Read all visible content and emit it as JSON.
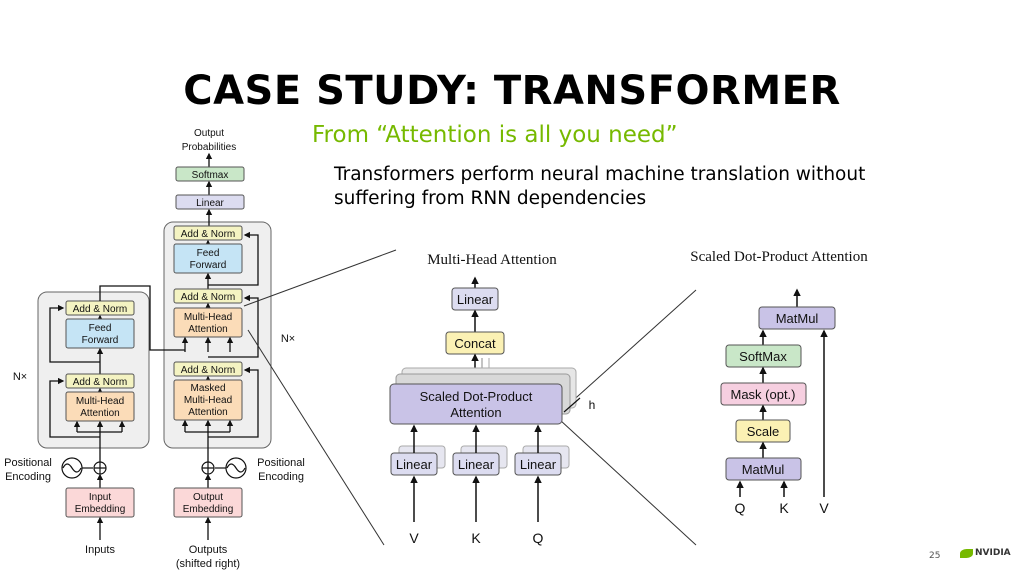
{
  "slide": {
    "title": "CASE STUDY: TRANSFORMER",
    "subtitle": "From “Attention is all you need”",
    "description_lines": [
      "Transformers perform neural machine translation without",
      "suffering from RNN dependencies"
    ],
    "page_number": "25",
    "logo_text": "NVIDIA"
  },
  "transformer": {
    "output_probabilities": [
      "Output",
      "Probabilities"
    ],
    "softmax": "Softmax",
    "linear": "Linear",
    "add_norm": "Add & Norm",
    "feed_forward": [
      "Feed",
      "Forward"
    ],
    "multi_head_attention": [
      "Multi-Head",
      "Attention"
    ],
    "masked_multi_head_attention": [
      "Masked",
      "Multi-Head",
      "Attention"
    ],
    "repeat_label": "N×",
    "positional_encoding": [
      "Positional",
      "Encoding"
    ],
    "input_embedding": [
      "Input",
      "Embedding"
    ],
    "output_embedding": [
      "Output",
      "Embedding"
    ],
    "inputs": "Inputs",
    "outputs": [
      "Outputs",
      "(shifted right)"
    ]
  },
  "multi_head": {
    "title": "Multi-Head Attention",
    "linear": "Linear",
    "concat": "Concat",
    "sdpa": [
      "Scaled Dot-Product",
      "Attention"
    ],
    "h_label": "h",
    "inputs": [
      "V",
      "K",
      "Q"
    ]
  },
  "scaled_dot": {
    "title": "Scaled Dot-Product Attention",
    "blocks": [
      "MatMul",
      "SoftMax",
      "Mask (opt.)",
      "Scale",
      "MatMul"
    ],
    "inputs": [
      "Q",
      "K",
      "V"
    ]
  },
  "colors": {
    "subtitle": "#76b900",
    "softmax": "#c9e7c8",
    "linear": "#dcdcf0",
    "add_norm": "#f4f3c2",
    "feed_forward": "#c5e4f5",
    "attention": "#fbdcb8",
    "embedding": "#fbd8d8",
    "sdpa": "#c9c3e7",
    "concat": "#fbf1b4",
    "mask": "#f6cfe0"
  }
}
